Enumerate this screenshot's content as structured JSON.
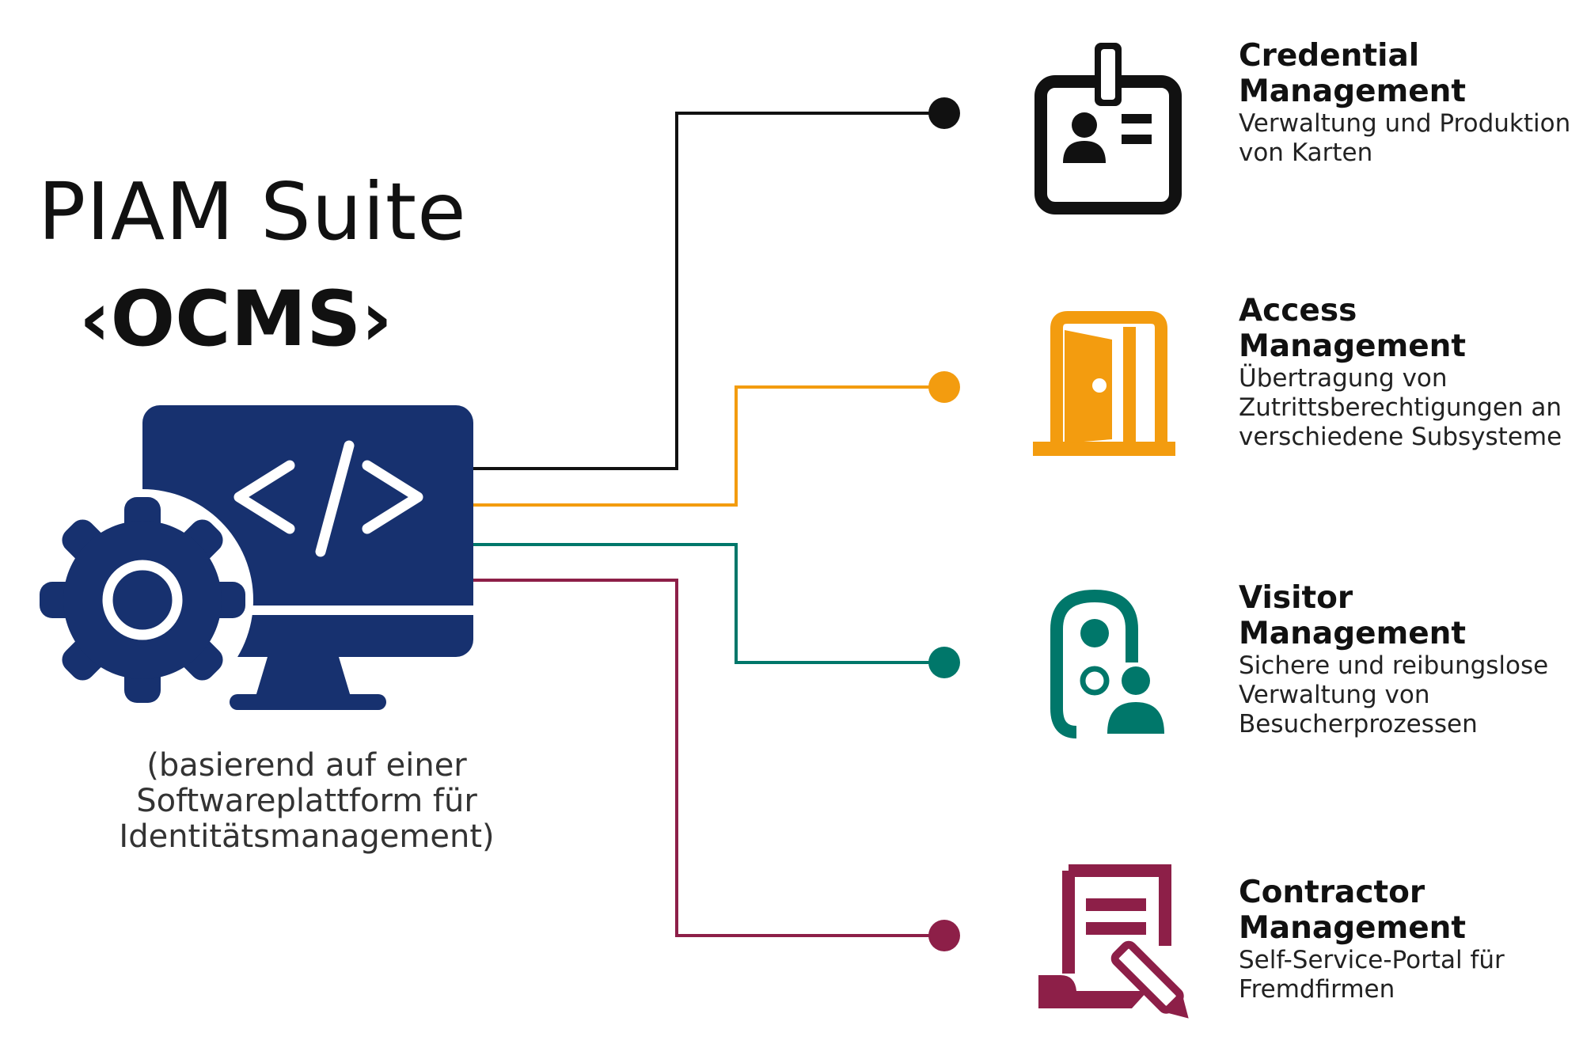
{
  "header": {
    "title": "PIAM Suite",
    "subtitle": "‹OCMS›"
  },
  "platform": {
    "caption": "(basierend auf einer Softwareplattform für Identitätsmanagement)",
    "icon": "computer-code-gear-icon",
    "color": "#17316f"
  },
  "modules": [
    {
      "name": "Credential Management",
      "description": "Verwaltung und Produktion von Karten",
      "icon": "id-badge-icon",
      "color": "#111111"
    },
    {
      "name": "Access Management",
      "description": "Übertragung von Zutrittsberechtigungen an verschiedene Subsysteme",
      "icon": "door-icon",
      "color": "#f39c0f"
    },
    {
      "name": "Visitor Management",
      "description": "Sichere und reibungslose Verwaltung von Besucherprozessen",
      "icon": "visitor-icon",
      "color": "#00776a"
    },
    {
      "name": "Contractor Management",
      "description": "Self-Service-Portal für Fremdfirmen",
      "icon": "contract-pen-icon",
      "color": "#8d1f48"
    }
  ]
}
